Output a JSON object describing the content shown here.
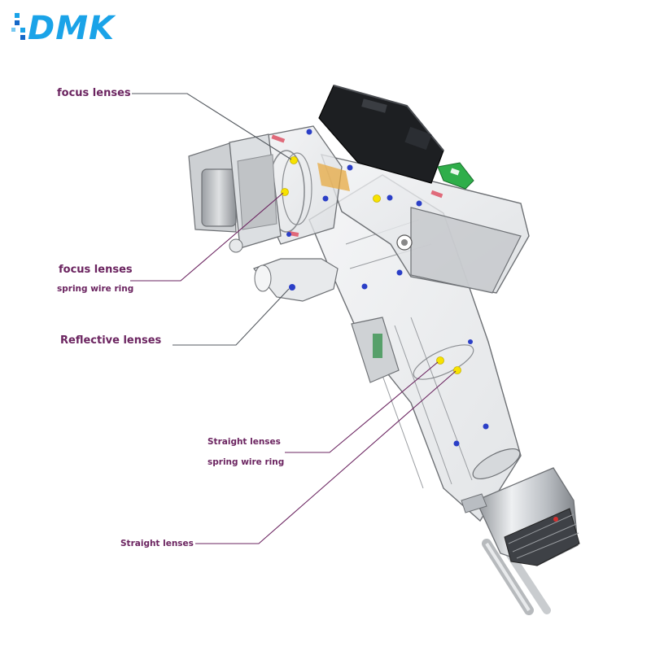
{
  "brand": {
    "logo_text": "DMK",
    "color": "#1aa3e8",
    "accent": "#1468c8"
  },
  "label_color": "#6b2460",
  "callouts": {
    "focus_lenses_top": "focus lenses",
    "focus_lenses_mid": "focus lenses",
    "spring_wire_ring_1": "spring wire ring",
    "reflective_lenses": "Reflective lenses",
    "straight_lenses_mid": "Straight lenses",
    "spring_wire_ring_2": "spring wire ring",
    "straight_lenses_bottom": "Straight lenses"
  },
  "components": {
    "control_box": "black-module-icon",
    "indicator": "green-indicator-icon",
    "nozzle": "nozzle-icon",
    "hose": "cable-hose-icon"
  }
}
